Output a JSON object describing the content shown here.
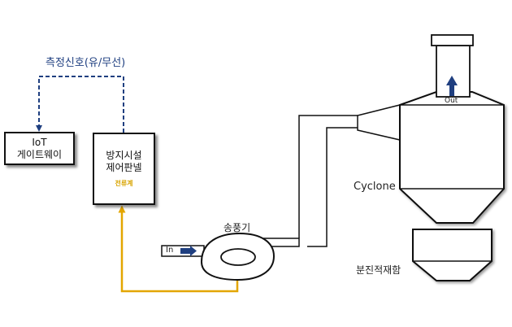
{
  "signal_label": "측정신호(유/무선)",
  "iot_gateway": {
    "line1": "IoT",
    "line2": "게이트웨이"
  },
  "control_panel": {
    "line1": "방지시설",
    "line2": "제어판넬",
    "sensor": "전류계"
  },
  "fan_label": "송풍기",
  "inlet_label": "In",
  "outlet_label": "Out",
  "cyclone_label": "Cyclone",
  "hopper_label": "분진적재함",
  "colors": {
    "signal_line": "#1f3f80",
    "current_line": "#e3a600",
    "arrow": "#1f3f80"
  }
}
